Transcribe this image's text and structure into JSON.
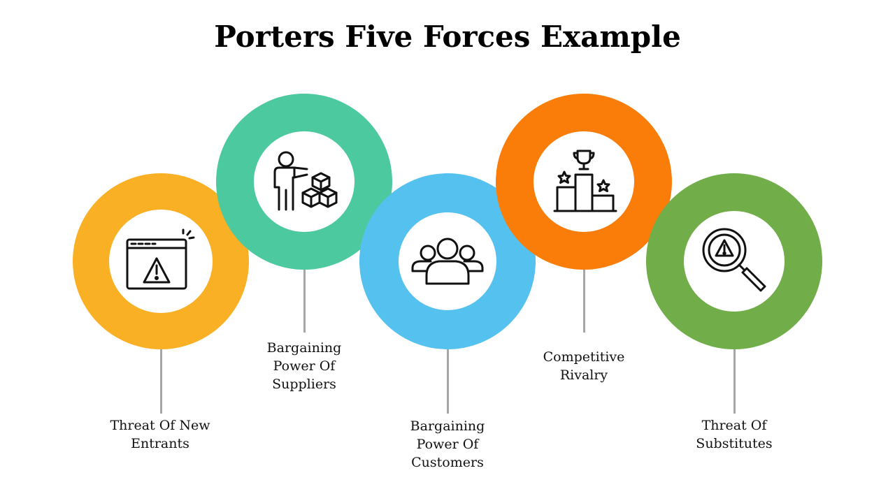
{
  "title": "Porters Five Forces Example",
  "forces": [
    {
      "label": "Threat Of New\nEntrants",
      "color": "#F9B024",
      "icon": "warning-browser-icon"
    },
    {
      "label": "Bargaining\nPower Of\nSuppliers",
      "color": "#4DC9A0",
      "icon": "person-boxes-icon"
    },
    {
      "label": "Bargaining\nPower Of\nCustomers",
      "color": "#55C1EF",
      "icon": "group-icon"
    },
    {
      "label": "Competitive\nRivalry",
      "color": "#FA7D0A",
      "icon": "trophy-podium-icon"
    },
    {
      "label": "Threat Of\nSubstitutes",
      "color": "#71AD48",
      "icon": "magnifier-warning-icon"
    }
  ]
}
